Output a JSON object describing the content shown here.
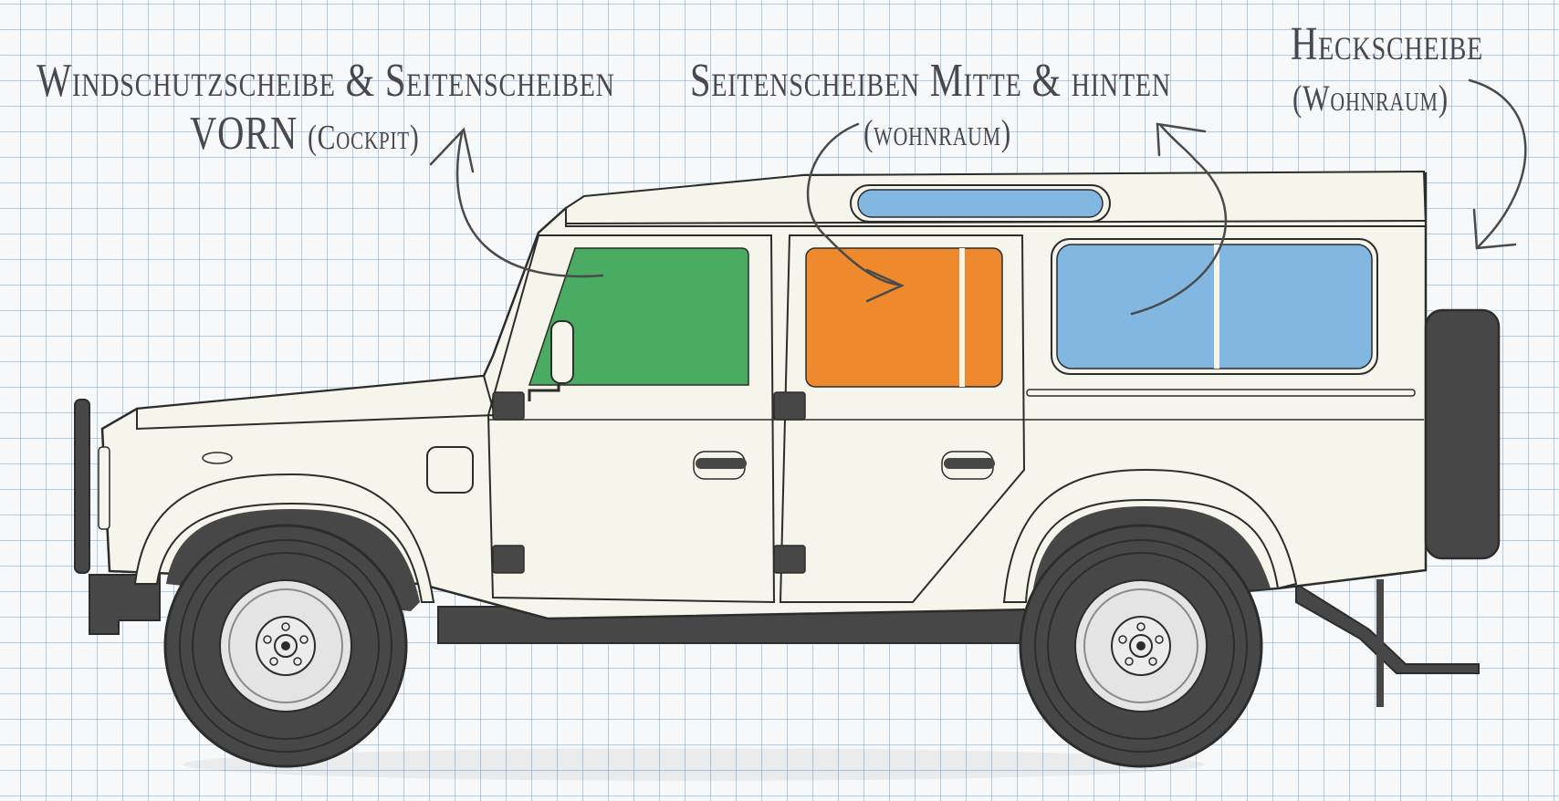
{
  "labels": {
    "front": {
      "line1": "Windschutzscheibe & Seitenscheiben",
      "line2_main": "VORN",
      "line2_sub": "(Cockpit)"
    },
    "middle": {
      "line1": "Seitenscheiben Mitte & hinten",
      "line2": "(wohnraum)"
    },
    "rear": {
      "line1": "Heckscheibe",
      "line2": "(Wohnraum)"
    }
  },
  "colors": {
    "body": "#f6f5ec",
    "outline": "#2c2c2c",
    "dark": "#474747",
    "window_front": "#4aab62",
    "window_middle": "#ee8a2d",
    "window_rear": "#82b7e2",
    "text": "#48484e",
    "grid": "#7ea6ce"
  },
  "icons": [
    "curved-arrow-icon",
    "door-hinge-icon",
    "door-handle-icon",
    "wheel-icon",
    "mirror-icon"
  ]
}
